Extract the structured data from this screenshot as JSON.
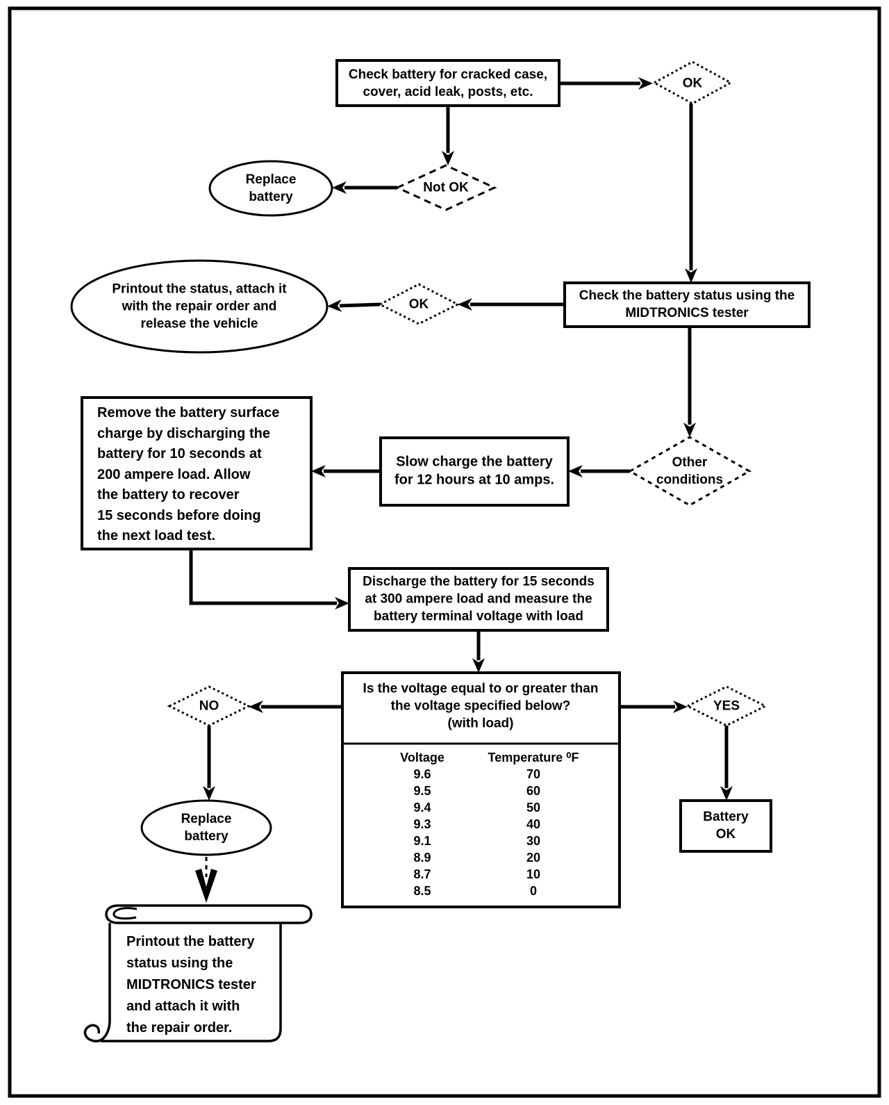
{
  "page": {
    "background": "#ffffff",
    "ink": "#000000"
  },
  "nodes": {
    "check_battery": {
      "label": "Check battery for cracked case,\ncover, acid leak, posts, etc."
    },
    "ok_top": {
      "label": "OK"
    },
    "not_ok": {
      "label": "Not OK"
    },
    "replace_battery_top": {
      "label": "Replace\nbattery"
    },
    "printout_release": {
      "label": "Printout the status, attach it\nwith the repair order and\nrelease the vehicle"
    },
    "ok_mid": {
      "label": "OK"
    },
    "check_status": {
      "label": "Check the battery status using the\nMIDTRONICS tester"
    },
    "other_conditions": {
      "label": "Other\nconditions"
    },
    "slow_charge": {
      "label": "Slow charge the battery\nfor 12 hours at 10 amps."
    },
    "remove_surface_charge": {
      "label": "Remove the battery surface\ncharge by discharging the\nbattery for 10 seconds at\n200 ampere load. Allow\nthe battery to recover\n15 seconds before doing\nthe next load test."
    },
    "discharge_measure": {
      "label": "Discharge the battery for 15 seconds\nat 300 ampere load and measure the\nbattery terminal voltage with load"
    },
    "voltage_question": {
      "label": "Is the voltage equal to or greater than\nthe voltage specified below?\n(with load)"
    },
    "no_branch": {
      "label": "NO"
    },
    "yes_branch": {
      "label": "YES"
    },
    "replace_battery_bottom": {
      "label": "Replace\nbattery"
    },
    "battery_ok": {
      "label": "Battery\nOK"
    },
    "printout_attach": {
      "label": "Printout the battery\nstatus using the\nMIDTRONICS tester\nand attach it with\nthe repair order."
    }
  },
  "voltage_table": {
    "headers": {
      "voltage": "Voltage",
      "temperature": "Temperature ⁰F"
    },
    "rows": [
      {
        "voltage": "9.6",
        "temperature": "70"
      },
      {
        "voltage": "9.5",
        "temperature": "60"
      },
      {
        "voltage": "9.4",
        "temperature": "50"
      },
      {
        "voltage": "9.3",
        "temperature": "40"
      },
      {
        "voltage": "9.1",
        "temperature": "30"
      },
      {
        "voltage": "8.9",
        "temperature": "20"
      },
      {
        "voltage": "8.7",
        "temperature": "10"
      },
      {
        "voltage": "8.5",
        "temperature": "0"
      }
    ]
  }
}
